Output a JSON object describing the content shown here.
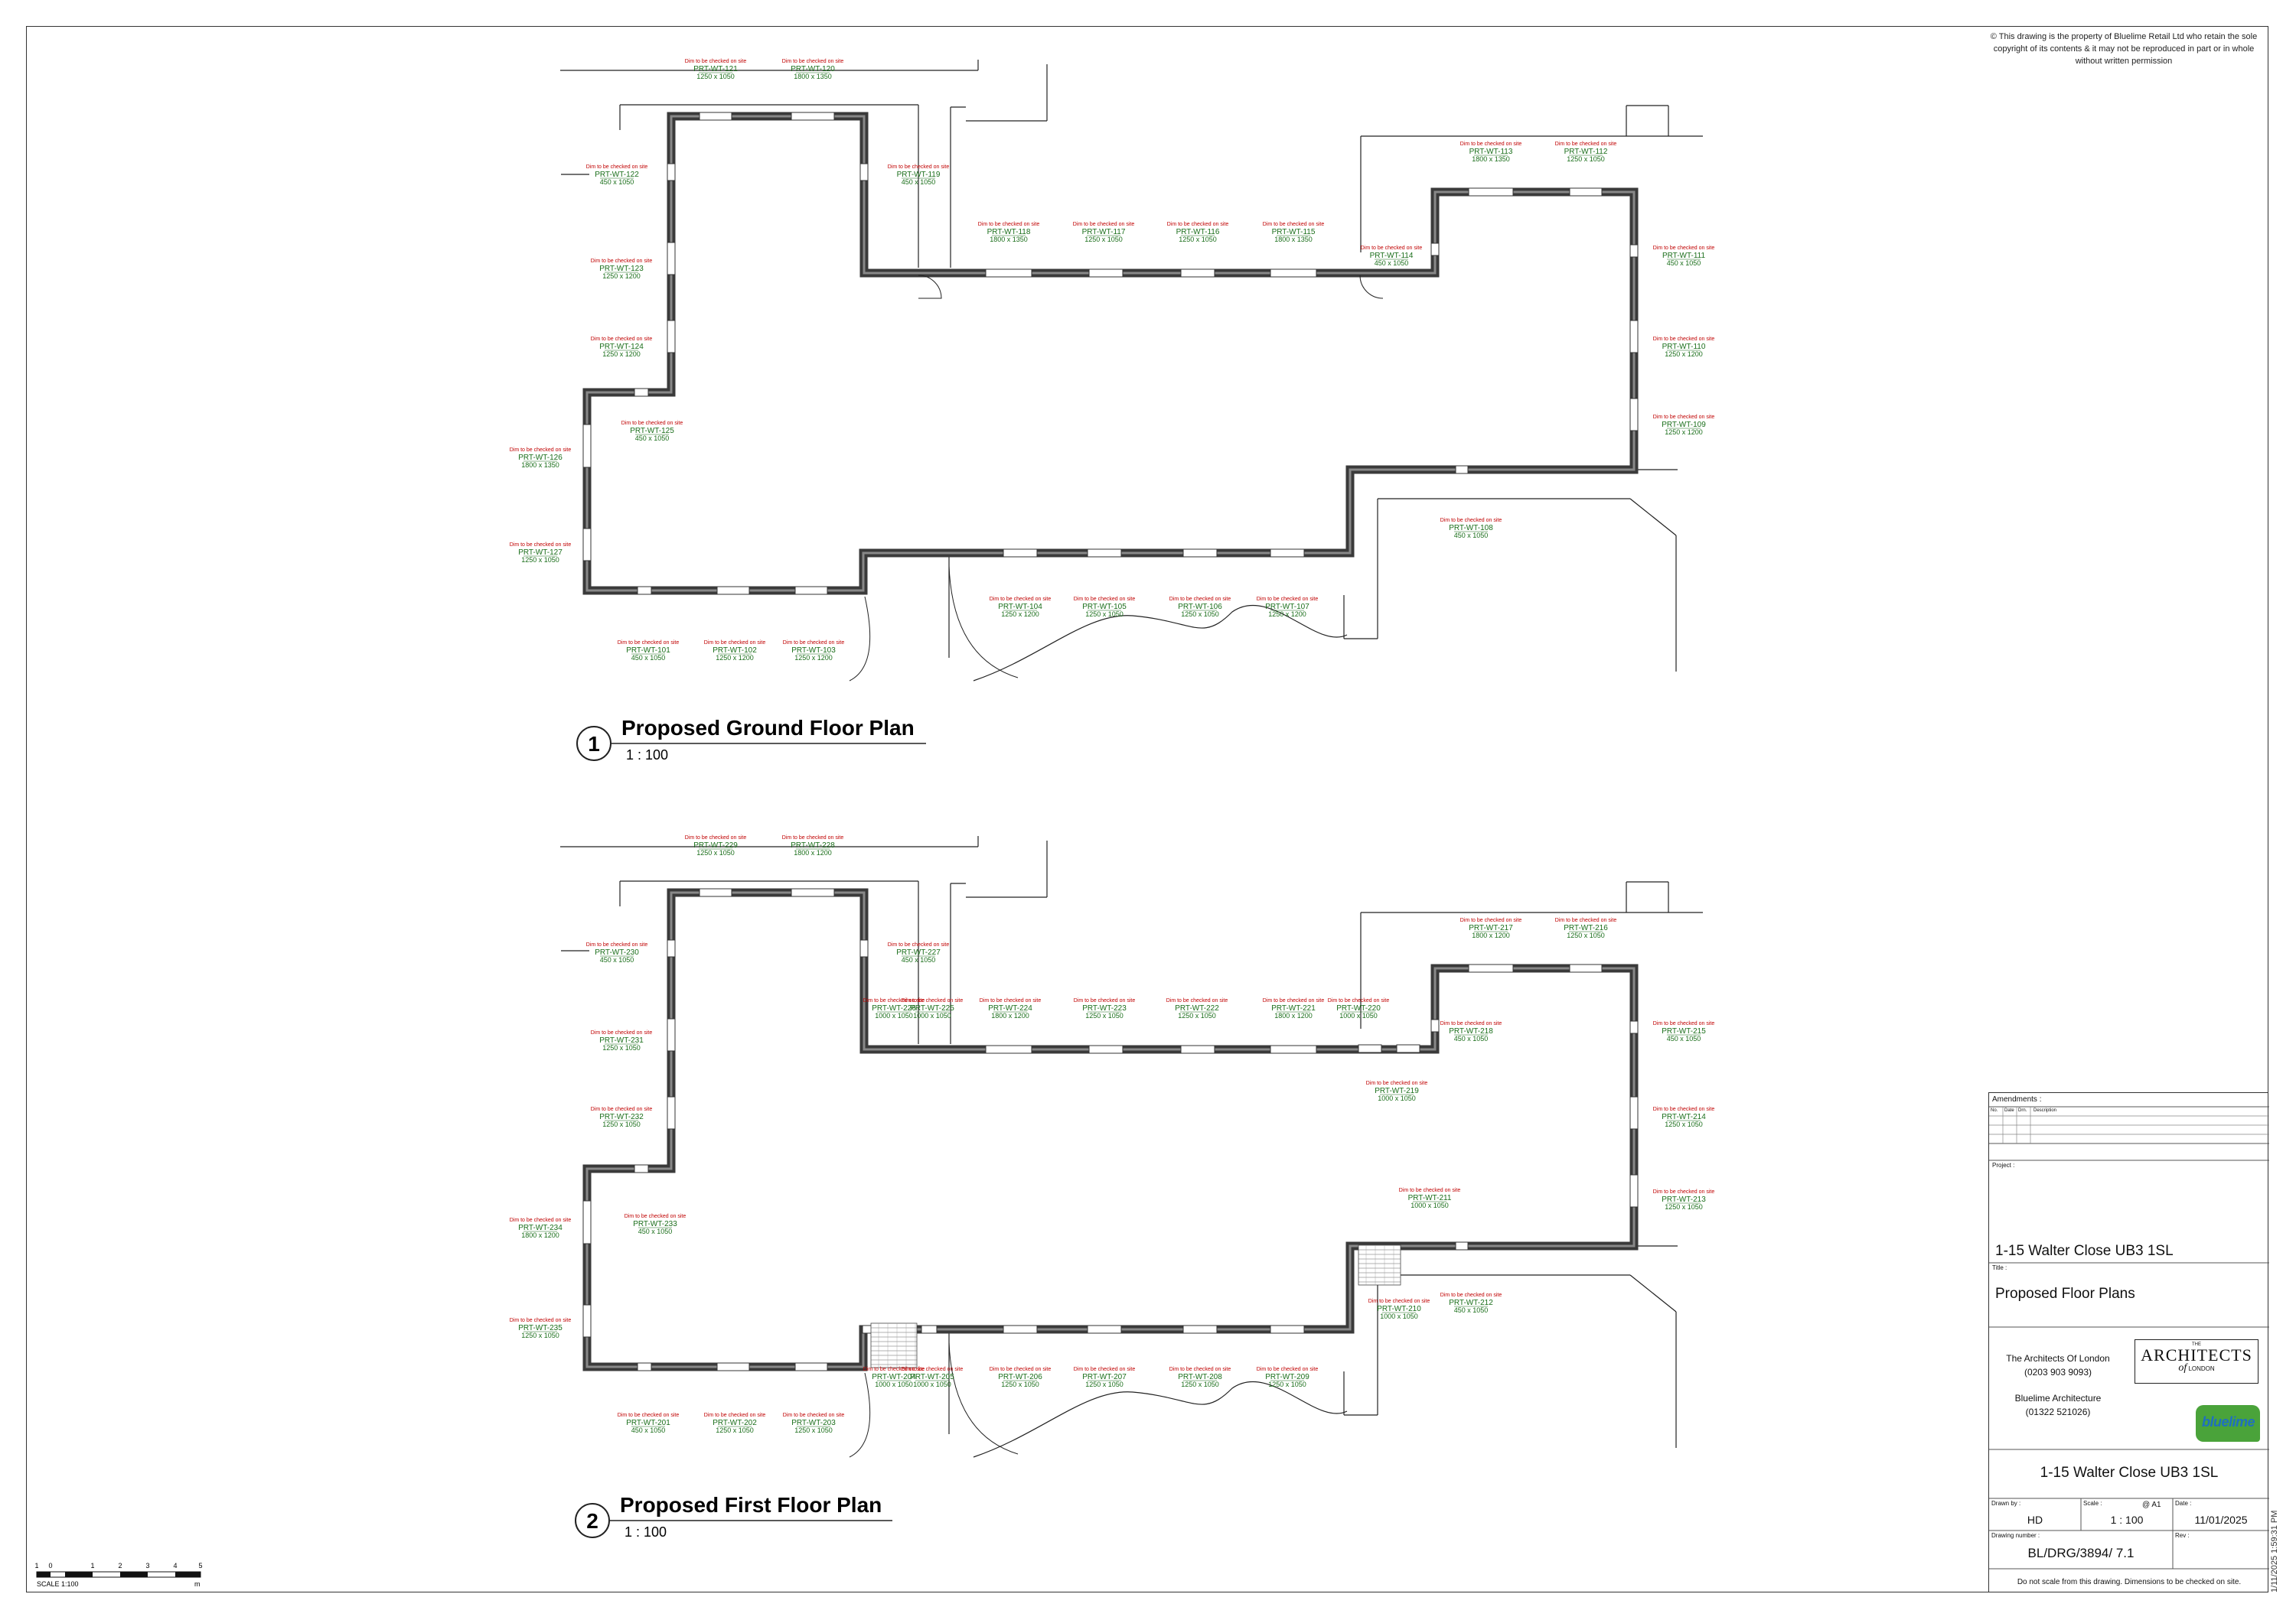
{
  "copyright": "© This drawing is the property of Bluelime Retail Ltd who retain the sole copyright of its contents & it may not be reproduced in part or in whole without written permission",
  "check_note": "Dim to be checked on site",
  "ground_plan": {
    "number": "1",
    "title": "Proposed Ground Floor Plan",
    "scale": "1 : 100",
    "windows": [
      {
        "id": "PRT-WT-121",
        "dim": "1250 x 1050"
      },
      {
        "id": "PRT-WT-120",
        "dim": "1800 x 1350"
      },
      {
        "id": "PRT-WT-122",
        "dim": "450 x 1050"
      },
      {
        "id": "PRT-WT-119",
        "dim": "450 x 1050"
      },
      {
        "id": "PRT-WT-123",
        "dim": "1250 x 1200"
      },
      {
        "id": "PRT-WT-124",
        "dim": "1250 x 1200"
      },
      {
        "id": "PRT-WT-125",
        "dim": "450 x 1050"
      },
      {
        "id": "PRT-WT-126",
        "dim": "1800 x 1350"
      },
      {
        "id": "PRT-WT-127",
        "dim": "1250 x 1050"
      },
      {
        "id": "PRT-WT-118",
        "dim": "1800 x 1350"
      },
      {
        "id": "PRT-WT-117",
        "dim": "1250 x 1050"
      },
      {
        "id": "PRT-WT-116",
        "dim": "1250 x 1050"
      },
      {
        "id": "PRT-WT-115",
        "dim": "1800 x 1350"
      },
      {
        "id": "PRT-WT-114",
        "dim": "450 x 1050"
      },
      {
        "id": "PRT-WT-113",
        "dim": "1800 x 1350"
      },
      {
        "id": "PRT-WT-112",
        "dim": "1250 x 1050"
      },
      {
        "id": "PRT-WT-111",
        "dim": "450 x 1050"
      },
      {
        "id": "PRT-WT-110",
        "dim": "1250 x 1200"
      },
      {
        "id": "PRT-WT-109",
        "dim": "1250 x 1200"
      },
      {
        "id": "PRT-WT-108",
        "dim": "450 x 1050"
      },
      {
        "id": "PRT-WT-101",
        "dim": "450 x 1050"
      },
      {
        "id": "PRT-WT-102",
        "dim": "1250 x 1200"
      },
      {
        "id": "PRT-WT-103",
        "dim": "1250 x 1200"
      },
      {
        "id": "PRT-WT-104",
        "dim": "1250 x 1200"
      },
      {
        "id": "PRT-WT-105",
        "dim": "1250 x 1050"
      },
      {
        "id": "PRT-WT-106",
        "dim": "1250 x 1050"
      },
      {
        "id": "PRT-WT-107",
        "dim": "1250 x 1200"
      }
    ]
  },
  "first_plan": {
    "number": "2",
    "title": "Proposed First Floor Plan",
    "scale": "1 : 100",
    "windows": [
      {
        "id": "PRT-WT-229",
        "dim": "1250 x 1050"
      },
      {
        "id": "PRT-WT-228",
        "dim": "1800 x 1200"
      },
      {
        "id": "PRT-WT-230",
        "dim": "450 x 1050"
      },
      {
        "id": "PRT-WT-227",
        "dim": "450 x 1050"
      },
      {
        "id": "PRT-WT-231",
        "dim": "1250 x 1050"
      },
      {
        "id": "PRT-WT-232",
        "dim": "1250 x 1050"
      },
      {
        "id": "PRT-WT-233",
        "dim": "450 x 1050"
      },
      {
        "id": "PRT-WT-234",
        "dim": "1800 x 1200"
      },
      {
        "id": "PRT-WT-235",
        "dim": "1250 x 1050"
      },
      {
        "id": "PRT-WT-226",
        "dim": "1000 x 1050"
      },
      {
        "id": "PRT-WT-225",
        "dim": "1000 x 1050"
      },
      {
        "id": "PRT-WT-224",
        "dim": "1800 x 1200"
      },
      {
        "id": "PRT-WT-223",
        "dim": "1250 x 1050"
      },
      {
        "id": "PRT-WT-222",
        "dim": "1250 x 1050"
      },
      {
        "id": "PRT-WT-221",
        "dim": "1800 x 1200"
      },
      {
        "id": "PRT-WT-220",
        "dim": "1000 x 1050"
      },
      {
        "id": "PRT-WT-219",
        "dim": "1000 x 1050"
      },
      {
        "id": "PRT-WT-218",
        "dim": "450 x 1050"
      },
      {
        "id": "PRT-WT-217",
        "dim": "1800 x 1200"
      },
      {
        "id": "PRT-WT-216",
        "dim": "1250 x 1050"
      },
      {
        "id": "PRT-WT-215",
        "dim": "450 x 1050"
      },
      {
        "id": "PRT-WT-214",
        "dim": "1250 x 1050"
      },
      {
        "id": "PRT-WT-213",
        "dim": "1250 x 1050"
      },
      {
        "id": "PRT-WT-211",
        "dim": "1000 x 1050"
      },
      {
        "id": "PRT-WT-210",
        "dim": "1000 x 1050"
      },
      {
        "id": "PRT-WT-212",
        "dim": "450 x 1050"
      },
      {
        "id": "PRT-WT-204",
        "dim": "1000 x 1050"
      },
      {
        "id": "PRT-WT-205",
        "dim": "1000 x 1050"
      },
      {
        "id": "PRT-WT-206",
        "dim": "1250 x 1050"
      },
      {
        "id": "PRT-WT-207",
        "dim": "1250 x 1050"
      },
      {
        "id": "PRT-WT-208",
        "dim": "1250 x 1050"
      },
      {
        "id": "PRT-WT-209",
        "dim": "1250 x 1050"
      },
      {
        "id": "PRT-WT-201",
        "dim": "450 x 1050"
      },
      {
        "id": "PRT-WT-202",
        "dim": "1250 x 1050"
      },
      {
        "id": "PRT-WT-203",
        "dim": "1250 x 1050"
      }
    ]
  },
  "scale_bar": {
    "ticks": [
      "1",
      "0",
      "1",
      "2",
      "3",
      "4",
      "5"
    ],
    "label": "SCALE 1:100",
    "unit": "m"
  },
  "title_block": {
    "amendments_label": "Amendments :",
    "amend_cols": [
      "No.",
      "Date",
      "Drn.",
      "Description"
    ],
    "project_label": "Project :",
    "project": "1-15 Walter Close UB3 1SL",
    "title_label": "Title :",
    "title": "Proposed Floor Plans",
    "company1": "The Architects Of London",
    "phone1": "(0203 903 9093)",
    "company2": "Bluelime Architecture",
    "phone2": "(01322 521026)",
    "logo1_top": "THE",
    "logo1_main": "ARCHITECTS",
    "logo1_of": "of",
    "logo1_london": "LONDON",
    "logo2_text": "bluelime",
    "address": "1-15 Walter Close UB3 1SL",
    "drawn_by_label": "Drawn by :",
    "drawn_by": "HD",
    "scale_label": "Scale :",
    "paper": "@ A1",
    "scale": "1 : 100",
    "date_label": "Date :",
    "date": "11/01/2025",
    "drawing_number_label": "Drawing number :",
    "drawing_number": "BL/DRG/3894/ 7.1",
    "rev_label": "Rev :",
    "disclaimer": "Do not scale from this drawing. Dimensions to be checked on site.",
    "timestamp": "1/11/2025 1:59:31 PM"
  }
}
